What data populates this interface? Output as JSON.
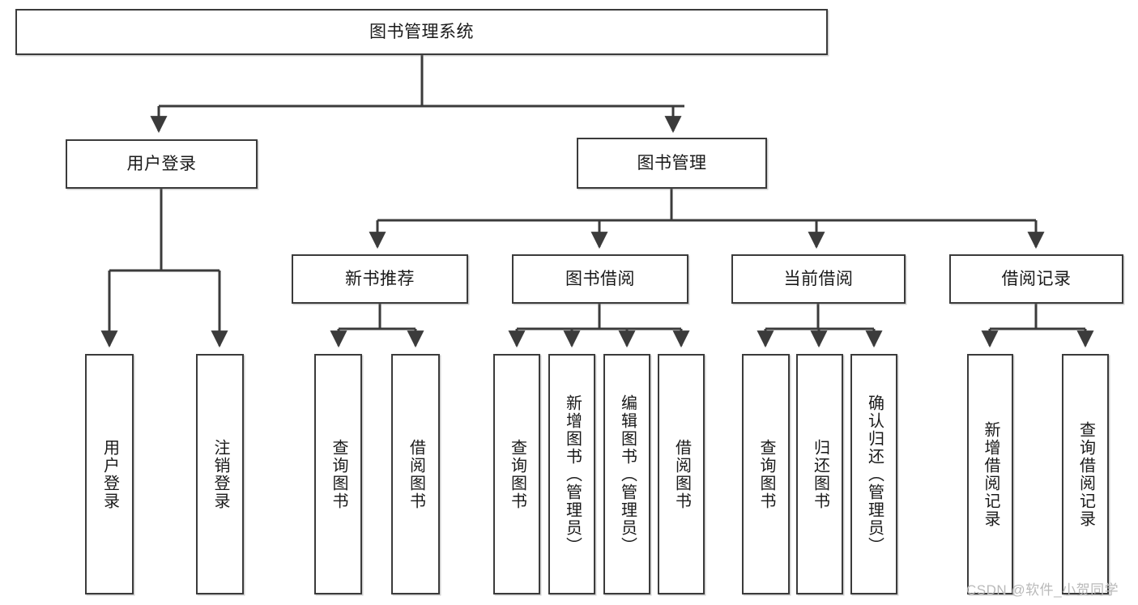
{
  "diagram": {
    "title": "图书管理系统",
    "type": "tree",
    "root": {
      "label": "图书管理系统"
    },
    "level2": [
      {
        "id": "user-login",
        "label": "用户登录"
      },
      {
        "id": "book-manage",
        "label": "图书管理"
      }
    ],
    "level3": [
      {
        "id": "new-book-recommend",
        "label": "新书推荐",
        "parent": "book-manage"
      },
      {
        "id": "book-borrow",
        "label": "图书借阅",
        "parent": "book-manage"
      },
      {
        "id": "current-borrow",
        "label": "当前借阅",
        "parent": "book-manage"
      },
      {
        "id": "borrow-record",
        "label": "借阅记录",
        "parent": "book-manage"
      }
    ],
    "leaves": {
      "user-login": [
        {
          "id": "leaf-user-login",
          "label": "用户登录"
        },
        {
          "id": "leaf-user-logout",
          "label": "注销登录"
        }
      ],
      "new-book-recommend": [
        {
          "id": "leaf-query-book-1",
          "label": "查询图书"
        },
        {
          "id": "leaf-borrow-book-1",
          "label": "借阅图书"
        }
      ],
      "book-borrow": [
        {
          "id": "leaf-query-book-2",
          "label": "查询图书"
        },
        {
          "id": "leaf-add-book",
          "label": "新增图书（管理员）"
        },
        {
          "id": "leaf-edit-book",
          "label": "编辑图书（管理员）"
        },
        {
          "id": "leaf-borrow-book-2",
          "label": "借阅图书"
        }
      ],
      "current-borrow": [
        {
          "id": "leaf-query-book-3",
          "label": "查询图书"
        },
        {
          "id": "leaf-return-book",
          "label": "归还图书"
        },
        {
          "id": "leaf-confirm-return",
          "label": "确认归还（管理员）"
        }
      ],
      "borrow-record": [
        {
          "id": "leaf-add-record",
          "label": "新增借阅记录"
        },
        {
          "id": "leaf-query-record",
          "label": "查询借阅记录"
        }
      ]
    }
  },
  "watermark": {
    "text": "CSDN @软件_小贺同学"
  },
  "colors": {
    "stroke": "#3b3b3b",
    "box_fill": "#ffffff",
    "text": "#1a1a1a",
    "watermark": "#b9b9b9",
    "background": "#ffffff"
  }
}
